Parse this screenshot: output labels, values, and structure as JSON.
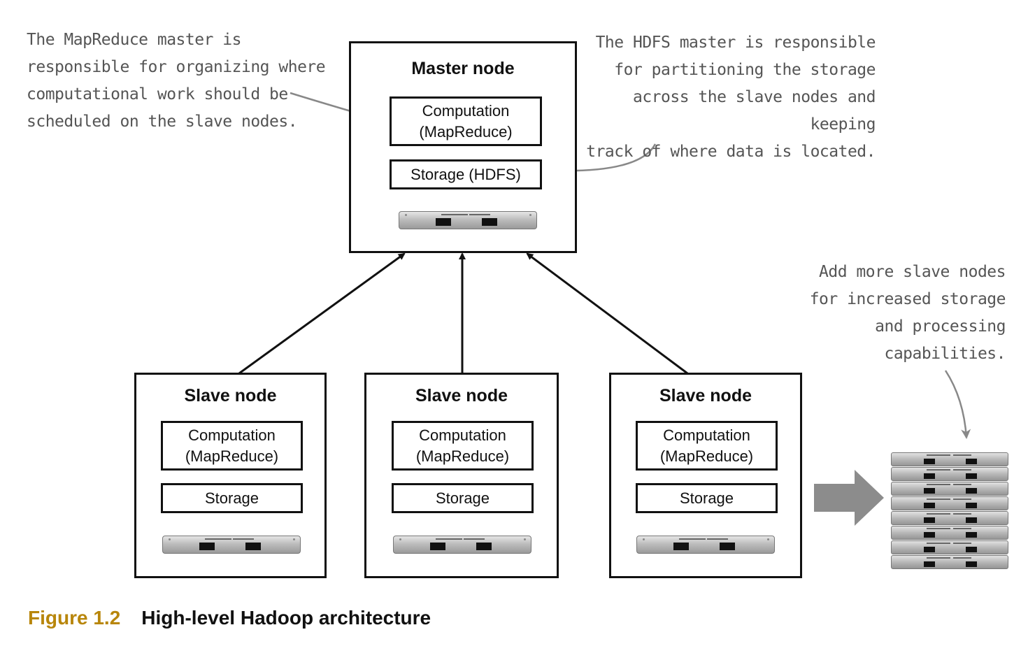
{
  "master": {
    "title": "Master node",
    "computation": "Computation\n(MapReduce)",
    "storage": "Storage (HDFS)"
  },
  "slaves": [
    {
      "title": "Slave node",
      "computation": "Computation\n(MapReduce)",
      "storage": "Storage"
    },
    {
      "title": "Slave node",
      "computation": "Computation\n(MapReduce)",
      "storage": "Storage"
    },
    {
      "title": "Slave node",
      "computation": "Computation\n(MapReduce)",
      "storage": "Storage"
    }
  ],
  "annotations": {
    "mapreduce": "The MapReduce master is\nresponsible for organizing where\ncomputational work should be\nscheduled on the slave nodes.",
    "hdfs": "The HDFS master is responsible\nfor partitioning the storage\nacross the slave nodes and keeping\ntrack of where data is located.",
    "scale": "Add more slave nodes\nfor increased storage\nand processing\ncapabilities."
  },
  "caption": {
    "number": "Figure 1.2",
    "text": "High-level Hadoop architecture"
  },
  "colors": {
    "caption_number": "#b8860b",
    "annotation_text": "#555555",
    "annotation_arrow": "#888888",
    "border": "#111111"
  }
}
